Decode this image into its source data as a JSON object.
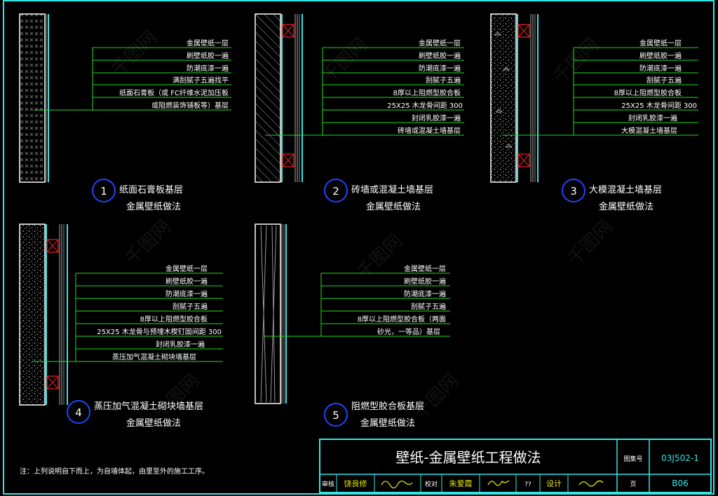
{
  "details": [
    {
      "number": "1",
      "caption": [
        "纸面石膏板基层",
        "金属壁纸做法"
      ],
      "layers": [
        "金属壁纸一层",
        "刷壁纸胶一遍",
        "防潮底漆一遍",
        "满刮腻子五遍找平",
        "纸面石膏板（或  FC纤维水泥加压板",
        "或阻燃装饰铺板等）基层"
      ]
    },
    {
      "number": "2",
      "caption": [
        "砖墙或混凝土墙基层",
        "金属壁纸做法"
      ],
      "layers": [
        "金属壁纸一层",
        "刷壁纸胶一遍",
        "防潮底漆一遍",
        "刮腻子五遍",
        "8厚以上阻燃型胶合板",
        "25X25 木龙骨间距      300",
        "封闭乳胶漆一遍",
        "砖墙或混凝土墙基层"
      ]
    },
    {
      "number": "3",
      "caption": [
        "大模混凝土墙基层",
        "金属壁纸做法"
      ],
      "layers": [
        "金属壁纸一层",
        "刷壁纸胶一遍",
        "防潮底漆一遍",
        "刮腻子五遍",
        "8厚以上阻燃型胶合板",
        "25X25 木龙骨间距      300",
        "封闭乳胶漆一遍",
        "大模混凝土墙基层"
      ]
    },
    {
      "number": "4",
      "caption": [
        "蒸压加气混凝土砌块墙基层",
        "金属壁纸做法"
      ],
      "layers": [
        "金属壁纸一层",
        "刷壁纸胶一遍",
        "防潮底漆一遍",
        "刮腻子五遍",
        "8厚以上阻燃型胶合板",
        "25X25 木龙骨与预埋木楔钉固间距      300",
        "封闭乳胶漆一遍",
        "蒸压加气混凝土砌块墙基层"
      ]
    },
    {
      "number": "5",
      "caption": [
        "阻燃型胶合板基层",
        "金属壁纸做法"
      ],
      "layers": [
        "金属壁纸一层",
        "刷壁纸胶一遍",
        "防潮底漆一遍",
        "刮腻子五遍",
        "8厚以上阻燃型胶合板（两面",
        "砂光，一等品）基层"
      ]
    }
  ],
  "note": "注：上列说明自下而上，为自墙体起，由里至外的施工工序。",
  "title_block": {
    "title": "壁纸-金属壁纸工程做法",
    "atlas_label": "图集号",
    "atlas_no": "03J502-1",
    "page_label": "页",
    "page_no": "B06",
    "row": [
      "审核",
      "饶良修",
      "",
      "校对",
      "朱爱霞",
      "",
      "??",
      "设计",
      "",
      "页"
    ]
  },
  "watermark": "千图网"
}
